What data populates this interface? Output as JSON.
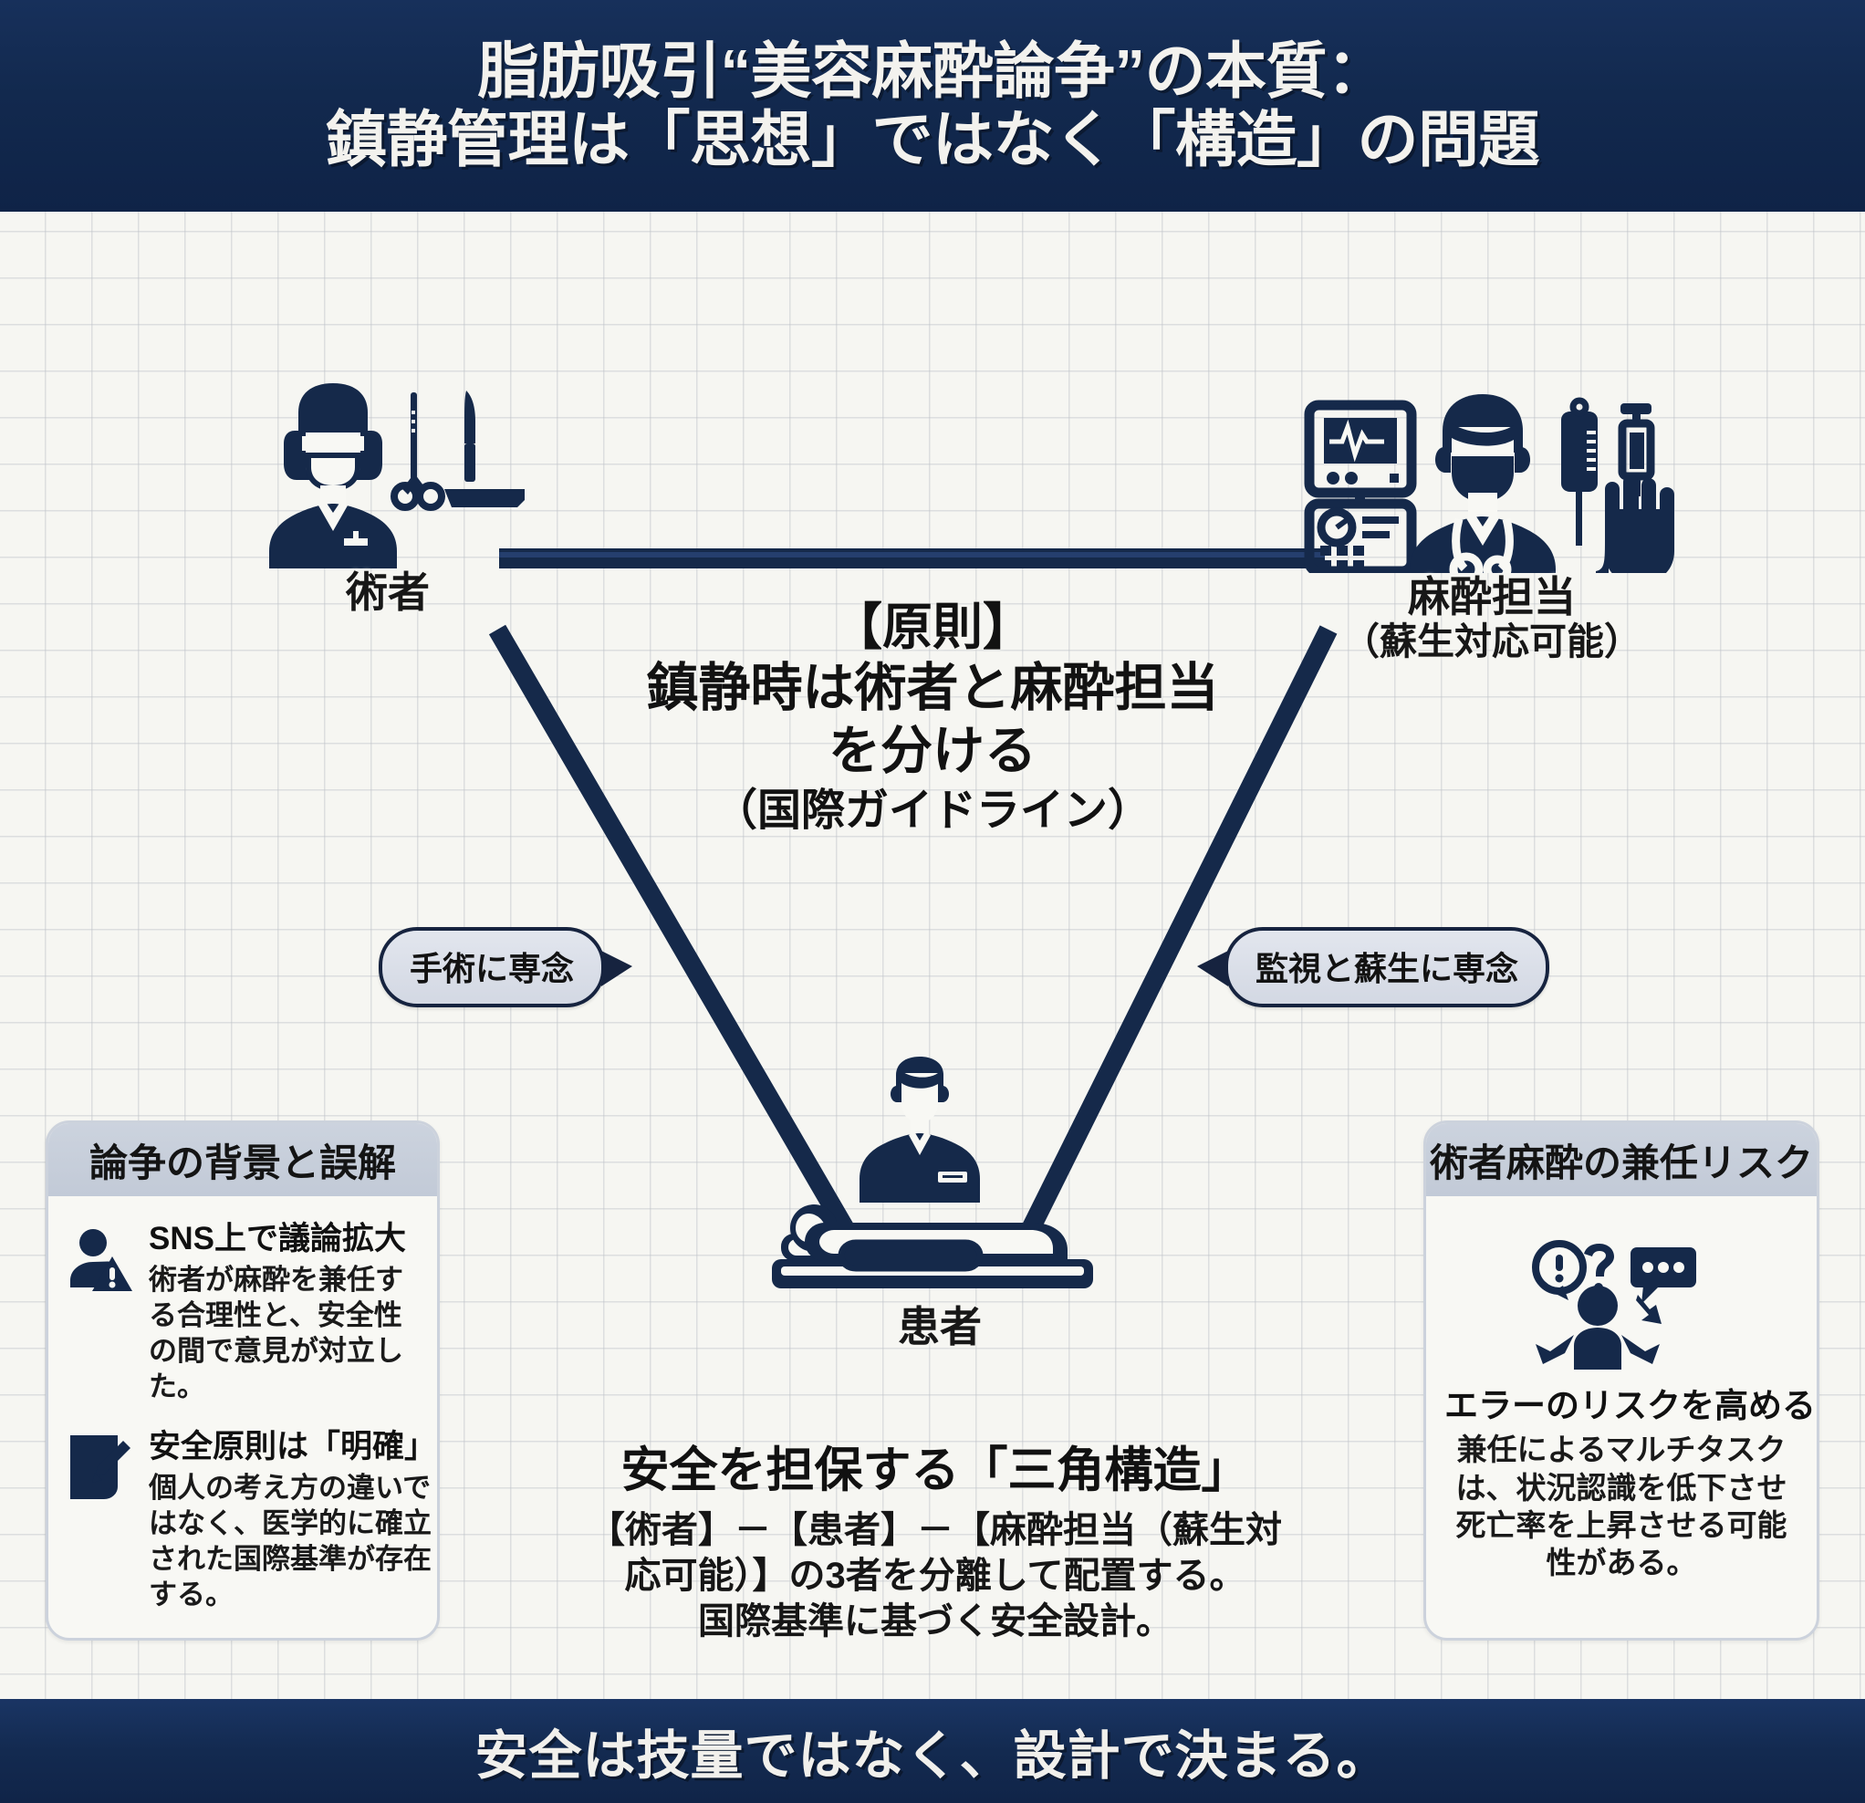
{
  "header": {
    "line1": "脂肪吸引“美容麻酔論争”の本質：",
    "line2": "鎮静管理は「思想」ではなく「構造」の問題"
  },
  "footer": {
    "text": "安全は技量ではなく、設計で決まる。"
  },
  "diagram": {
    "principle": {
      "line1": "【原則】",
      "line2": "鎮静時は術者と麻酔担当",
      "line3": "を分ける",
      "line4": "（国際ガイドライン）"
    },
    "nodes": {
      "surgeon": {
        "label": "術者",
        "icon": "surgeon-with-instruments-icon"
      },
      "anesthesiologist": {
        "label": "麻酔担当",
        "sublabel": "（蘇生対応可能）",
        "icon": "anesthesiologist-with-monitor-icon"
      },
      "patient": {
        "label": "患者",
        "icon": "patient-on-table-icon"
      }
    },
    "bubbles": {
      "left": "手術に専念",
      "right": "監視と蘇生に専念"
    }
  },
  "summary": {
    "title": "安全を担保する「三角構造」",
    "desc_line1": "【術者】－【患者】－【麻酔担当（蘇生対",
    "desc_line2": "応可能）】の3者を分離して配置する。",
    "desc_line3": "国際基準に基づく安全設計。"
  },
  "cards": {
    "left": {
      "title": "論争の背景と誤解",
      "items": [
        {
          "icon": "person-warning-icon",
          "title": "SNS上で議論拡大",
          "desc": "術者が麻酔を兼任する合理性と、安全性の間で意見が対立した。"
        },
        {
          "icon": "document-pencil-icon",
          "title": "安全原則は「明確」",
          "desc": "個人の考え方の違いではなく、医学的に確立された国際基準が存在する。"
        }
      ]
    },
    "right": {
      "title": "術者麻酔の兼任リスク",
      "icon": "confused-person-multitask-icon",
      "heading": "エラーのリスクを高める",
      "desc": "兼任によるマルチタスクは、状況認識を低下させ死亡率を上昇させる可能性がある。"
    }
  },
  "colors": {
    "navy": "#15294a",
    "header_navy": "#12294e",
    "background": "#f6f6f2",
    "grid_line": "#bec2c8",
    "card_head": "#c8cfdb",
    "text_dark": "#121212"
  }
}
